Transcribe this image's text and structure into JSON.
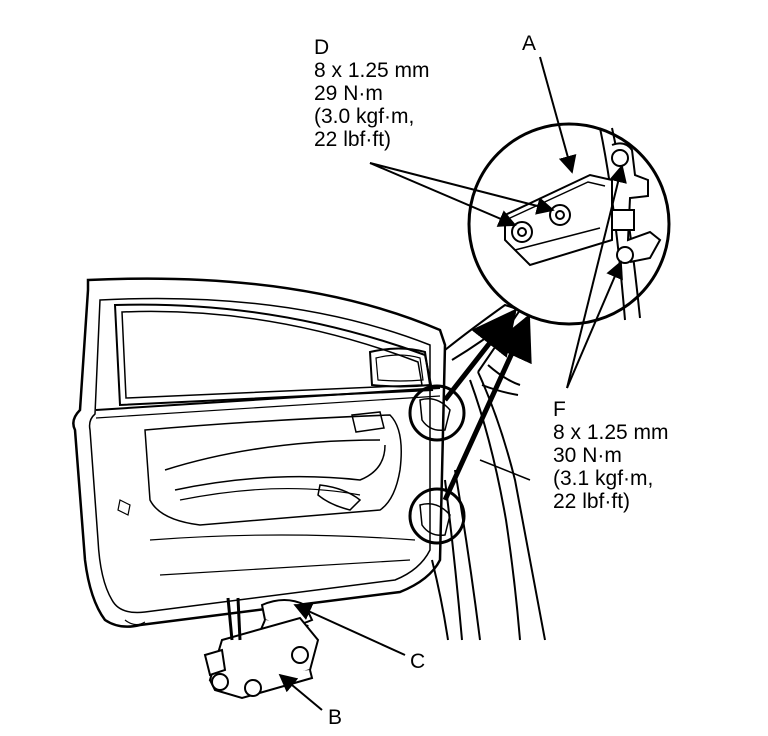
{
  "callouts": {
    "A": "A",
    "B": "B",
    "C": "C",
    "D": "D",
    "F": "F"
  },
  "spec_d": [
    "8 x 1.25 mm",
    "29 N·m",
    "(3.0 kgf·m,",
    "22 lbf·ft)"
  ],
  "spec_f": [
    "8 x 1.25 mm",
    "30 N·m",
    "(3.1 kgf·m,",
    "22 lbf·ft)"
  ],
  "colors": {
    "ink": "#000000",
    "paper": "#ffffff"
  }
}
